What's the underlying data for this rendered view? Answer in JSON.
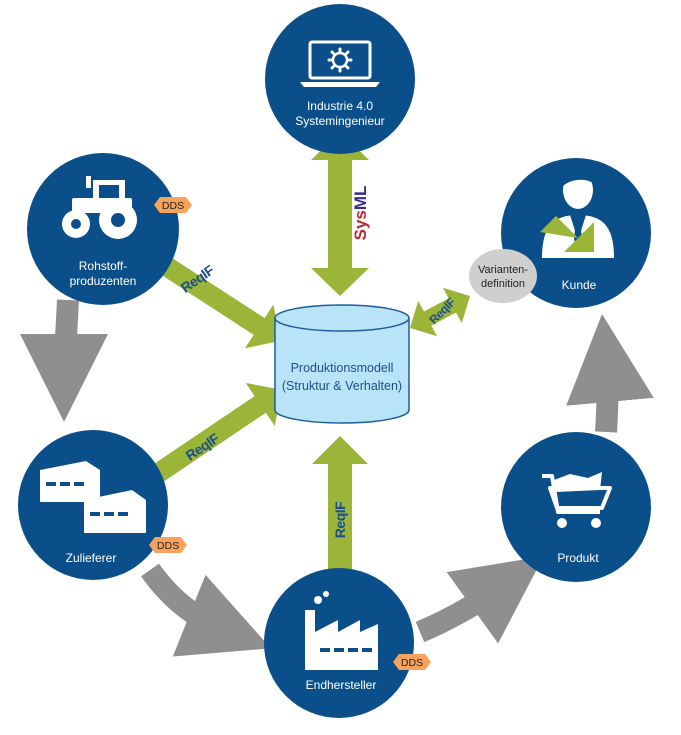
{
  "colors": {
    "node": "#0b4f8a",
    "cycle_arrow": "#8f8f8f",
    "link_arrow": "#9ab537",
    "database": "#b9e3f7",
    "database_stroke": "#1d5f9c",
    "dds_badge": "#f7a35c",
    "variant_bubble": "#cfcfcf"
  },
  "nodes": {
    "systems_engineer": {
      "line1": "Industrie 4.0",
      "line2": "Systemingenieur",
      "icon": "laptop-gear-icon"
    },
    "raw_producers": {
      "line1": "Rohstoff-",
      "line2": "produzenten",
      "icon": "tractor-icon"
    },
    "customer": {
      "line1": "Kunde",
      "icon": "customer-person-icon"
    },
    "supplier": {
      "line1": "Zulieferer",
      "icon": "warehouse-icon"
    },
    "product": {
      "line1": "Produkt",
      "icon": "shopping-cart-icon"
    },
    "oem": {
      "line1": "Endhersteller",
      "icon": "factory-icon"
    }
  },
  "database": {
    "line1": "Produktionsmodell",
    "line2": "(Struktur & Verhalten)"
  },
  "badges": {
    "dds": "DDS"
  },
  "link_labels": {
    "sysml": {
      "s1": "Sys",
      "s2": "ML"
    },
    "reqif": "ReqIF"
  },
  "variant": {
    "line1": "Varianten-",
    "line2": "definition"
  }
}
